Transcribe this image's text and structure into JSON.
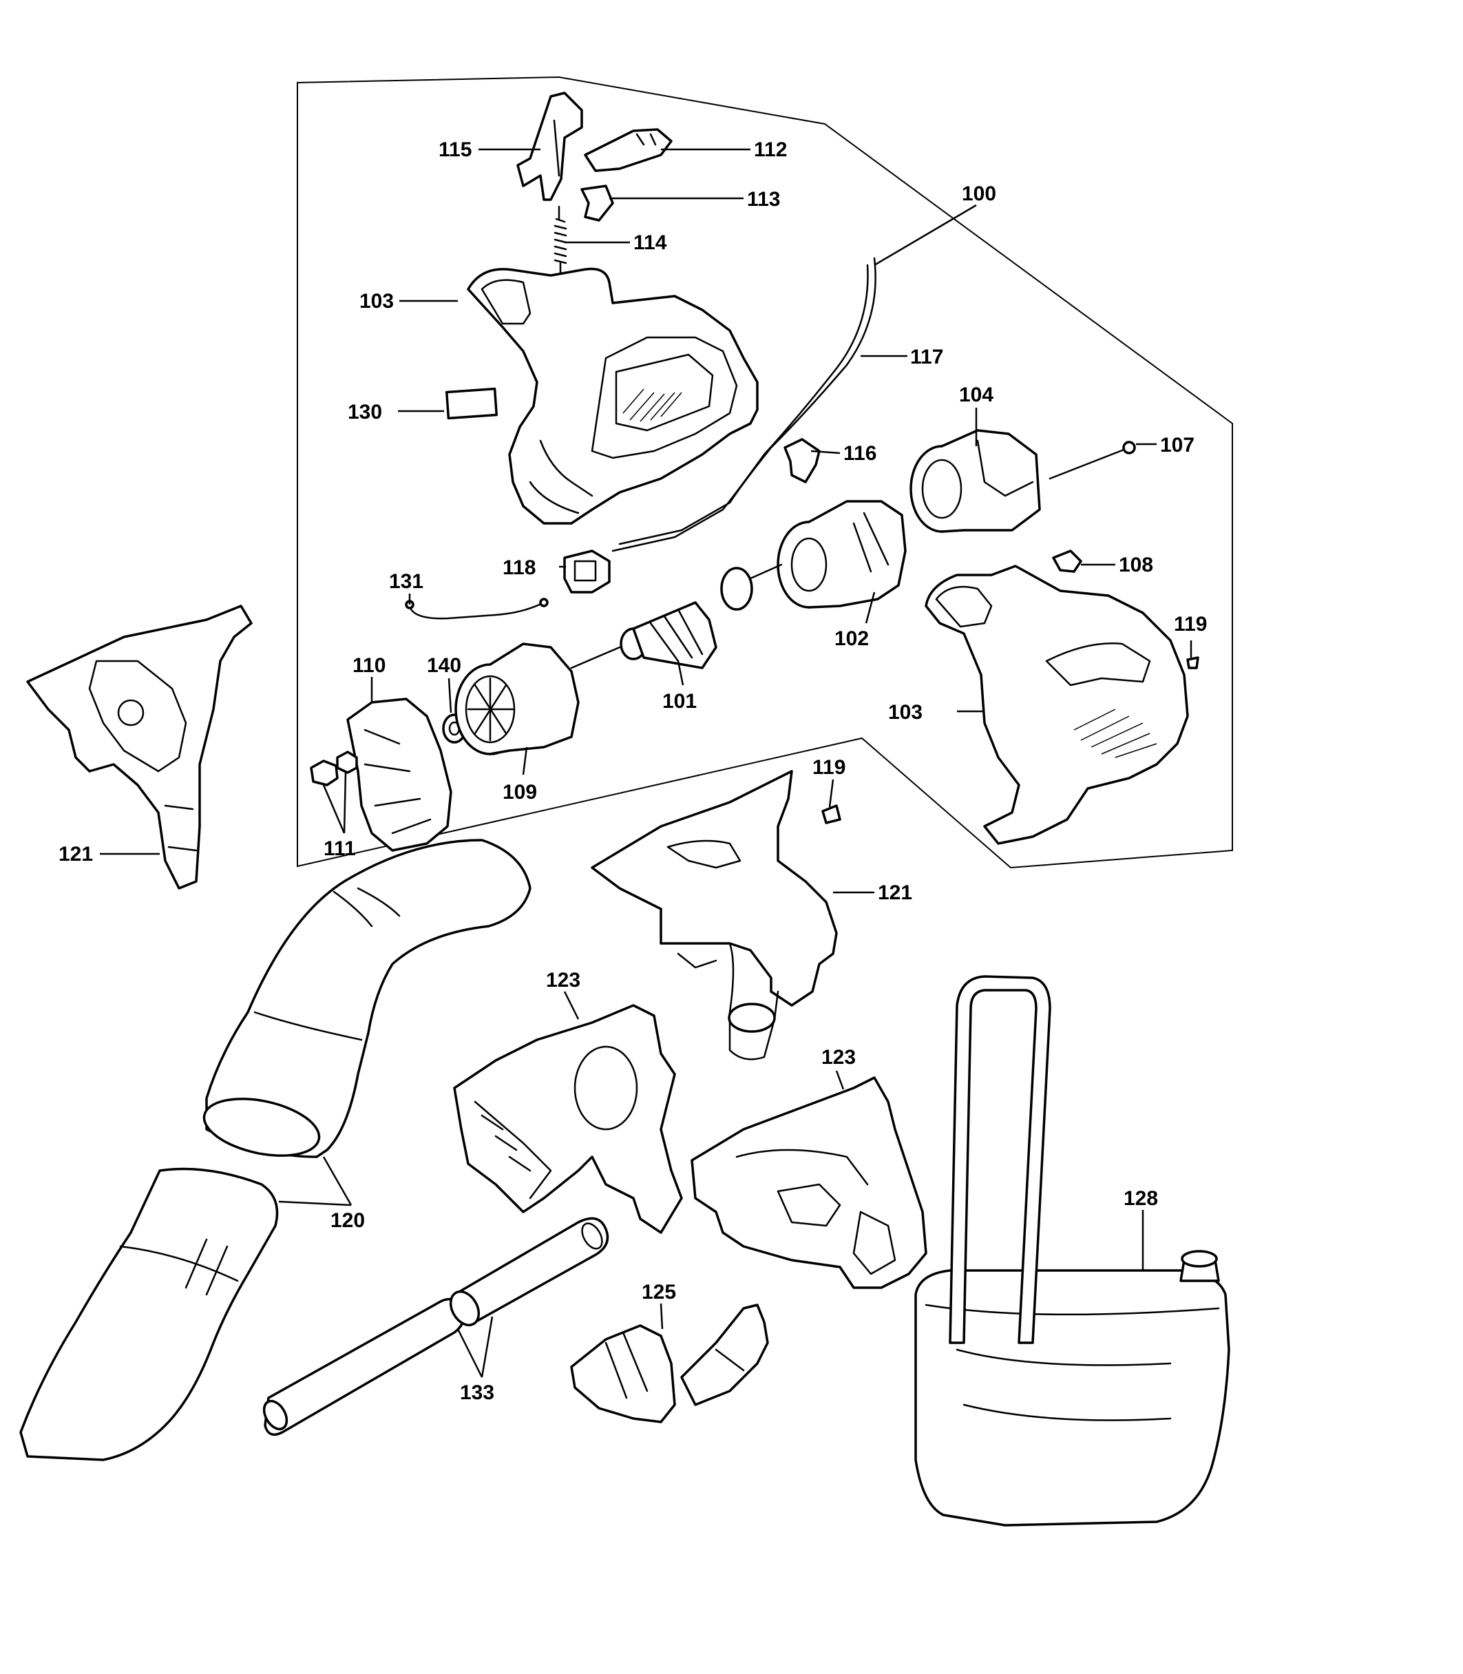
{
  "labels": {
    "l100": "100",
    "l101": "101",
    "l102": "102",
    "l103a": "103",
    "l103b": "103",
    "l104": "104",
    "l107": "107",
    "l108": "108",
    "l109": "109",
    "l110": "110",
    "l111": "111",
    "l112": "112",
    "l113": "113",
    "l114": "114",
    "l115": "115",
    "l116": "116",
    "l117": "117",
    "l118": "118",
    "l119a": "119",
    "l119b": "119",
    "l120": "120",
    "l121a": "121",
    "l121b": "121",
    "l123a": "123",
    "l123b": "123",
    "l125": "125",
    "l128": "128",
    "l130": "130",
    "l131": "131",
    "l133": "133",
    "l140": "140"
  }
}
